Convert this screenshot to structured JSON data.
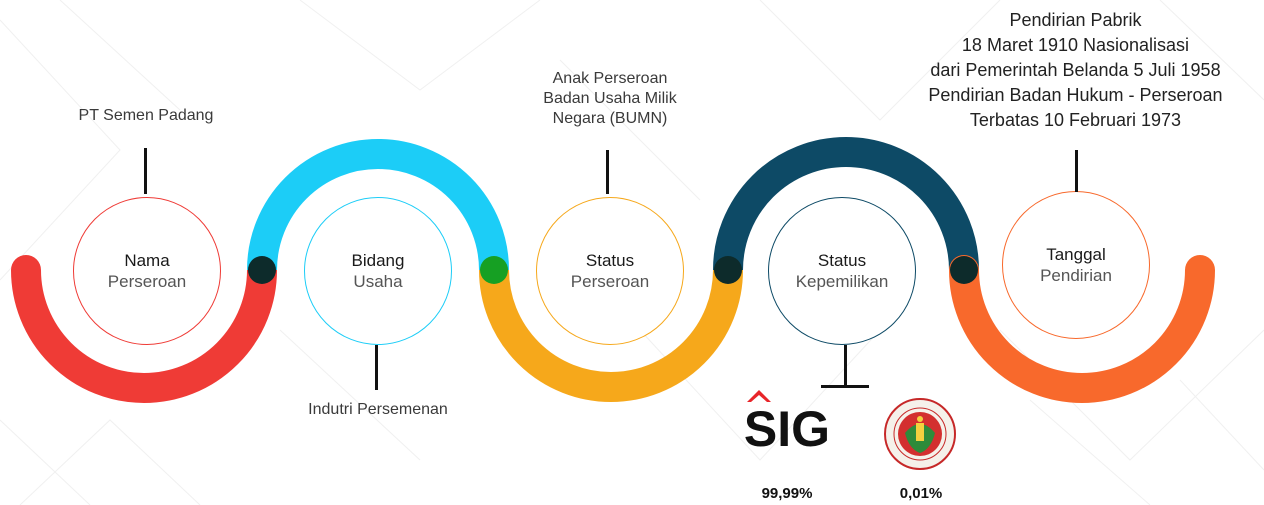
{
  "colors": {
    "red": "#ef3b36",
    "cyan": "#1ccdf7",
    "amber": "#f6a81b",
    "navy": "#0d4a66",
    "orange": "#f8692c",
    "green": "#16a023",
    "dark": "#0d2b2b"
  },
  "nodes": [
    {
      "title": "Nama",
      "subtitle": "Perseroan",
      "color": "#ef3b36"
    },
    {
      "title": "Bidang",
      "subtitle": "Usaha",
      "color": "#1ccdf7"
    },
    {
      "title": "Status",
      "subtitle": "Perseroan",
      "color": "#f6a81b"
    },
    {
      "title": "Status",
      "subtitle": "Kepemilikan",
      "color": "#0d4a66"
    },
    {
      "title": "Tanggal",
      "subtitle": "Pendirian",
      "color": "#f8692c"
    }
  ],
  "labels": {
    "nama": "PT Semen Padang",
    "bidang": "Indutri Persemenan",
    "status_perseroan": [
      "Anak Perseroan",
      "Badan Usaha Milik",
      "Negara (BUMN)"
    ],
    "tanggal": [
      "Pendirian Pabrik",
      "18 Maret 1910 Nasionalisasi",
      "dari Pemerintah Belanda 5 Juli 1958",
      "Pendirian Badan Hukum - Perseroan",
      "Terbatas 10 Februari 1973"
    ]
  },
  "ownership": [
    {
      "logo": "sig-logo",
      "logo_text": "SIG",
      "percent": "99,99%"
    },
    {
      "logo": "government-seal-logo",
      "percent": "0,01%"
    }
  ]
}
